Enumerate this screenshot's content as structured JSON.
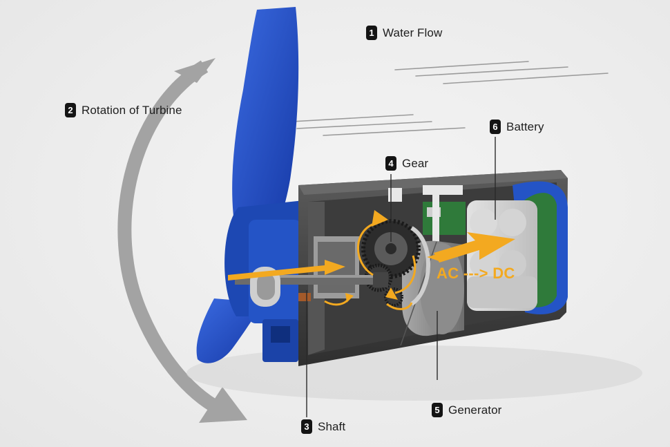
{
  "colors": {
    "turbine_blue": "#1f4fbf",
    "housing_dark": "#4a4a4a",
    "flow_arrow": "#f3a920",
    "rotation_arrow": "#9b9b9b",
    "pcb_green": "#2f7a3a",
    "battery_gray": "#cfcfcf"
  },
  "callouts": [
    {
      "number": "1",
      "label": "Water Flow"
    },
    {
      "number": "2",
      "label": "Rotation of Turbine"
    },
    {
      "number": "3",
      "label": "Shaft"
    },
    {
      "number": "4",
      "label": "Gear"
    },
    {
      "number": "5",
      "label": "Generator"
    },
    {
      "number": "6",
      "label": "Battery"
    }
  ],
  "conversion_label": "AC ---> DC"
}
